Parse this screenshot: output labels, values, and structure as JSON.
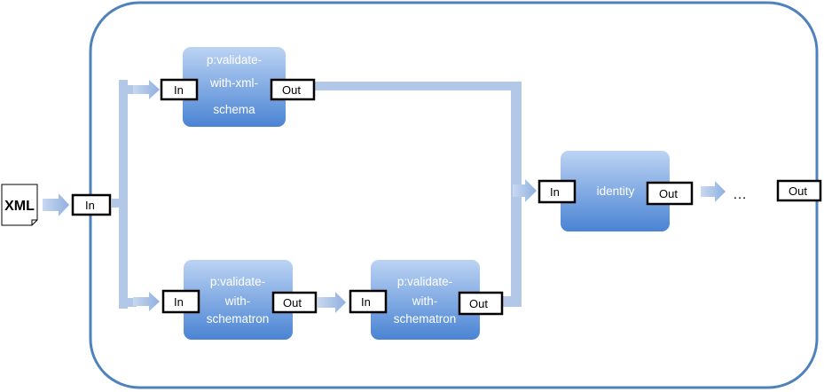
{
  "input_document": {
    "label": "XML"
  },
  "pipeline": {
    "input_port": "In",
    "output_port": "Out",
    "ellipsis": "…"
  },
  "steps": [
    {
      "id": "validate-xml-schema",
      "lines": [
        "p:validate-",
        "with-xml-",
        "schema"
      ],
      "in": "In",
      "out": "Out"
    },
    {
      "id": "validate-schematron-1",
      "lines": [
        "p:validate-",
        "with-",
        "schematron"
      ],
      "in": "In",
      "out": "Out"
    },
    {
      "id": "validate-schematron-2",
      "lines": [
        "p:validate-",
        "with-",
        "schematron"
      ],
      "in": "In",
      "out": "Out"
    },
    {
      "id": "identity",
      "lines": [
        "identity"
      ],
      "in": "In",
      "out": "Out"
    }
  ],
  "colors": {
    "container_border": "#4f81bd",
    "step_top": "#b5cdf0",
    "step_bottom": "#4a84d4",
    "connector": "#b3c7e6",
    "port_border": "#000000"
  }
}
